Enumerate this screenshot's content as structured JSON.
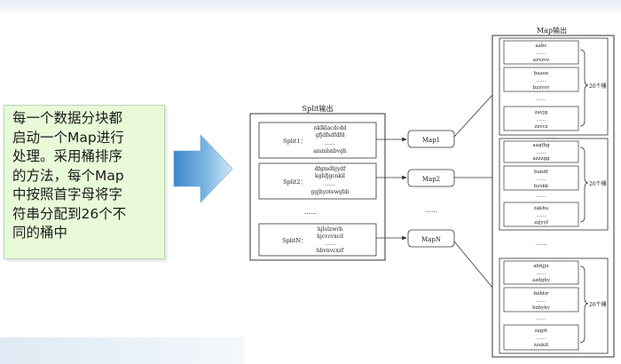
{
  "callout": {
    "lines": [
      "每一个数据分块都",
      "启动一个Map进行",
      "处理。采用桶排序",
      "的方法，每个Map",
      "中按照首字母将字",
      "符串分配到26个不",
      "同的桶中"
    ]
  },
  "split_panel": {
    "title": "Split输出",
    "ellipsis": "……",
    "splits": [
      {
        "name": "Split1：",
        "lines": [
          "nklklacdcdd",
          "gfjdfsdfdfd",
          "……",
          "ammbnbvgh"
        ]
      },
      {
        "name": "Split2：",
        "lines": [
          "dfgmdhjydf",
          "kghfjgcnkil",
          "……",
          "ggjhyotewgbb"
        ]
      },
      {
        "name": "SplitN：",
        "lines": [
          "hjlolzwrb",
          "hjcvcvxcd",
          "……",
          "hbvnvcxzf"
        ]
      }
    ]
  },
  "maps": {
    "labels": [
      "Map1",
      "Map2",
      "MapN"
    ],
    "ellipsis": "……"
  },
  "map_output": {
    "title": "Map输出",
    "group_label": "26个桶",
    "group_gap": "……",
    "groups": [
      {
        "buckets": [
          [
            "aabc",
            "……",
            "azvzvv"
          ],
          [
            "baasn",
            "……",
            "bzzvvv"
          ],
          [
            "zavjg",
            "……",
            "zzvcz"
          ]
        ],
        "inner_gap": "……"
      },
      {
        "buckets": [
          [
            "aagfhg",
            "……",
            "azzzgg"
          ],
          [
            "bandf",
            "……",
            "bzxkk"
          ],
          [
            "zakhu",
            "……",
            "zzjyyf"
          ]
        ],
        "inner_gap": "……"
      },
      {
        "buckets": [
          [
            "abhjju",
            "……",
            "azdghy"
          ],
          [
            "bahtir",
            "……",
            "bzbyhy"
          ],
          [
            "zagrt",
            "……",
            "zzukit"
          ]
        ],
        "inner_gap": "……"
      }
    ]
  },
  "colors": {
    "arrow_dark": "#3f86c8",
    "arrow_light": "#d4e8f7",
    "callout_bg": "#e8fad8",
    "line": "#333333"
  }
}
